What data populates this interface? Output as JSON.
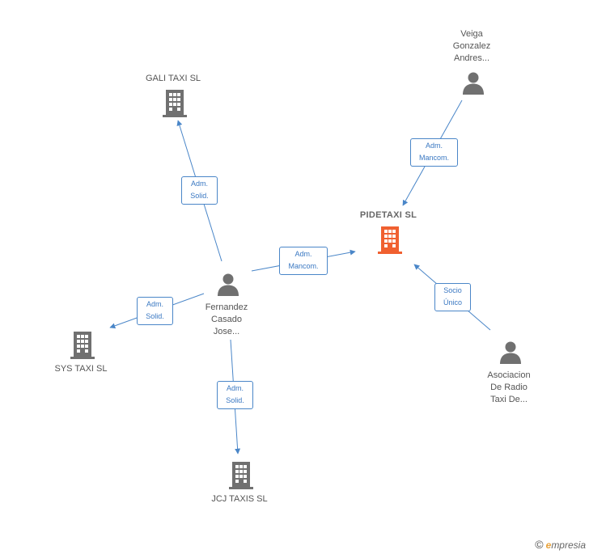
{
  "nodes": {
    "pidetaxi": {
      "label": "PIDETAXI  SL",
      "type": "company",
      "highlight": true
    },
    "gali_taxi": {
      "label": "GALI TAXI  SL",
      "type": "company"
    },
    "sys_taxi": {
      "label": "SYS TAXI  SL",
      "type": "company"
    },
    "jcj_taxis": {
      "label": "JCJ TAXIS  SL",
      "type": "company"
    },
    "veiga": {
      "label": "Veiga\nGonzalez\nAndres...",
      "type": "person"
    },
    "fernandez": {
      "label": "Fernandez\nCasado\nJose...",
      "type": "person"
    },
    "asociacion": {
      "label": "Asociacion\nDe Radio\nTaxi De...",
      "type": "person"
    }
  },
  "edges": {
    "veiga_pidetaxi": "Adm.\nMancom.",
    "fernandez_pidetaxi": "Adm.\nMancom.",
    "asociacion_pidetaxi": "Socio\nÚnico",
    "fernandez_gali": "Adm.\nSolid.",
    "fernandez_sys": "Adm.\nSolid.",
    "fernandez_jcj": "Adm.\nSolid."
  },
  "colors": {
    "edge": "#4a86c8",
    "company": "#707070",
    "highlight_company": "#f06030",
    "person": "#707070"
  },
  "footer": {
    "copyright_symbol": "©",
    "brand_initial": "e",
    "brand_rest": "mpresia"
  }
}
